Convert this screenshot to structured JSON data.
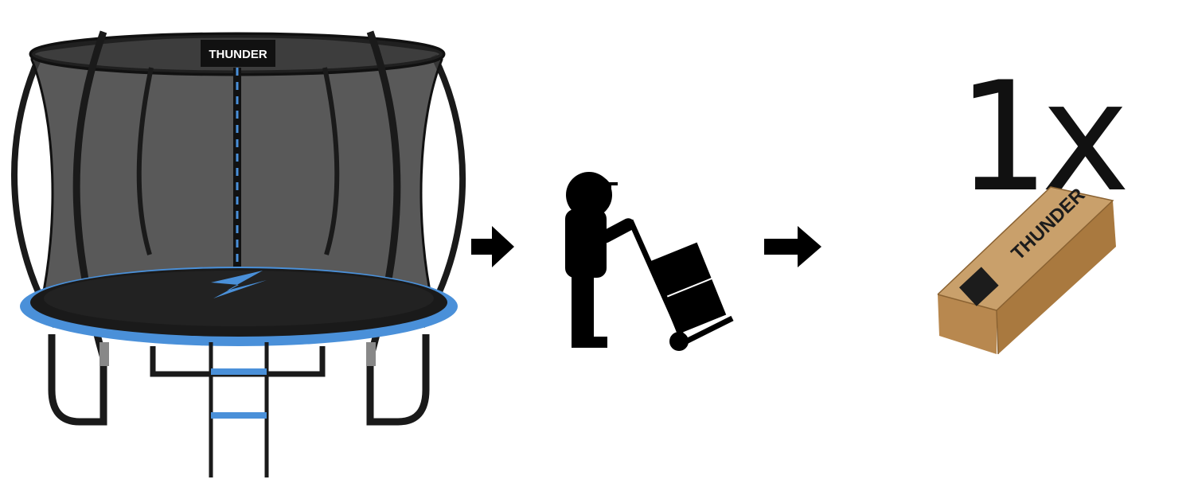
{
  "brand": {
    "name": "THUNDER",
    "logo_text_trampoline": "THUNDER",
    "logo_text_box": "THUNDER"
  },
  "quantity_label": "1x",
  "icons": {
    "trampoline": "trampoline-product-image",
    "arrow_1": "arrow-right-icon",
    "courier": "delivery-courier-with-hand-truck-icon",
    "arrow_2": "arrow-right-icon",
    "box": "cardboard-shipping-box-image"
  },
  "colors": {
    "accent_blue": "#4a90d9",
    "net_black": "#1b1b1b",
    "box_brown": "#c49a64",
    "icon_black": "#000000"
  }
}
